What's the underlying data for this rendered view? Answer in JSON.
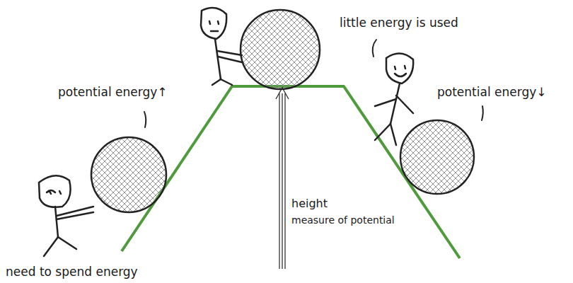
{
  "diagram": {
    "labels": [
      "potential energy↑",
      "need to spend energy",
      "little energy is used",
      "potential energy↓",
      "height",
      "measure of potential"
    ]
  }
}
